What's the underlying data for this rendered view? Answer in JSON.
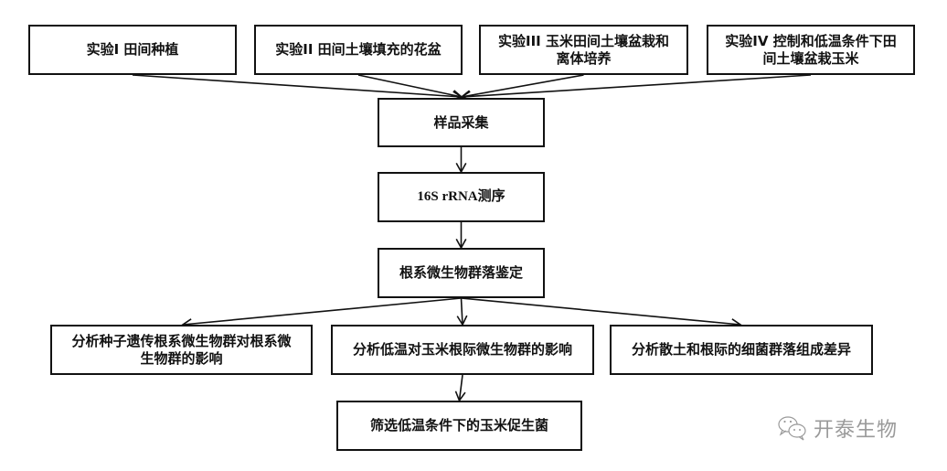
{
  "diagram": {
    "type": "flowchart",
    "colors": {
      "stroke": "#111111",
      "background": "#ffffff",
      "watermark": "#9a9a9a"
    },
    "nodes": [
      {
        "id": "exp1",
        "label": "实验I 田间种植"
      },
      {
        "id": "exp2",
        "label": "实验II 田间土壤填充的花盆"
      },
      {
        "id": "exp3",
        "label": "实验III 玉米田间土壤盆栽和离体培养"
      },
      {
        "id": "exp4",
        "label": "实验IV 控制和低温条件下田间土壤盆栽玉米"
      },
      {
        "id": "sampling",
        "label": "样品采集"
      },
      {
        "id": "sequencing",
        "label": "16S rRNA测序"
      },
      {
        "id": "identification",
        "label": "根系微生物群落鉴定"
      },
      {
        "id": "analysis_genetic",
        "label": "分析种子遗传根系微生物群对根系微生物群的影响"
      },
      {
        "id": "analysis_lowtemp",
        "label": "分析低温对玉米根际微生物群的影响"
      },
      {
        "id": "analysis_soil",
        "label": "分析散土和根际的细菌群落组成差异"
      },
      {
        "id": "screening",
        "label": "筛选低温条件下的玉米促生菌"
      }
    ],
    "edges": [
      {
        "from": "exp1",
        "to": "sampling"
      },
      {
        "from": "exp2",
        "to": "sampling"
      },
      {
        "from": "exp3",
        "to": "sampling"
      },
      {
        "from": "exp4",
        "to": "sampling"
      },
      {
        "from": "sampling",
        "to": "sequencing"
      },
      {
        "from": "sequencing",
        "to": "identification"
      },
      {
        "from": "identification",
        "to": "analysis_genetic"
      },
      {
        "from": "identification",
        "to": "analysis_lowtemp"
      },
      {
        "from": "identification",
        "to": "analysis_soil"
      },
      {
        "from": "analysis_lowtemp",
        "to": "screening"
      }
    ]
  },
  "labels": {
    "exp1": [
      "实验I 田间种植"
    ],
    "exp2": [
      "实验II 田间土壤填充的花盆"
    ],
    "exp3": [
      "实验III 玉米田间土壤盆栽和",
      "离体培养"
    ],
    "exp4": [
      "实验IV 控制和低温条件下田",
      "间土壤盆栽玉米"
    ],
    "sampling": [
      "样品采集"
    ],
    "sequencing": [
      "16S rRNA测序"
    ],
    "identification": [
      "根系微生物群落鉴定"
    ],
    "analysis_genetic": [
      "分析种子遗传根系微生物群对根系微",
      "生物群的影响"
    ],
    "analysis_lowtemp": [
      "分析低温对玉米根际微生物群的影响"
    ],
    "analysis_soil": [
      "分析散土和根际的细菌群落组成差异"
    ],
    "screening": [
      "筛选低温条件下的玉米促生菌"
    ]
  },
  "watermark": {
    "icon": "wechat-icon",
    "text": "开泰生物"
  }
}
